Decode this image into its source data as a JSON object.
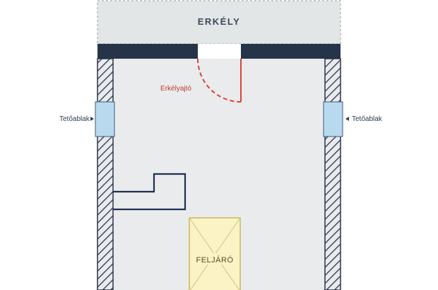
{
  "labels": {
    "balcony": "ERKÉLY",
    "balcony_door": "Erkélyajtó",
    "skylight_left": "Tetőablak",
    "skylight_right": "Tetőablak",
    "stair": "FELJÁRÓ"
  },
  "colors": {
    "background": "#ffffff",
    "balcony_fill": "#e3e6e6",
    "balcony_border": "#9a9ea3",
    "room_fill": "#eaebed",
    "wall_dark": "#263449",
    "wall_hatch_stroke": "#2a3446",
    "skylight_fill": "#b9d9ee",
    "skylight_border": "#3a5a7a",
    "door_color": "#d5453a",
    "door_label": "#c0392b",
    "chimney_stroke": "#1f3050",
    "stair_fill": "#fbf3c6",
    "stair_border": "#c9b85a",
    "stair_label": "#5a4d1e",
    "label_text": "#2d3d54"
  }
}
